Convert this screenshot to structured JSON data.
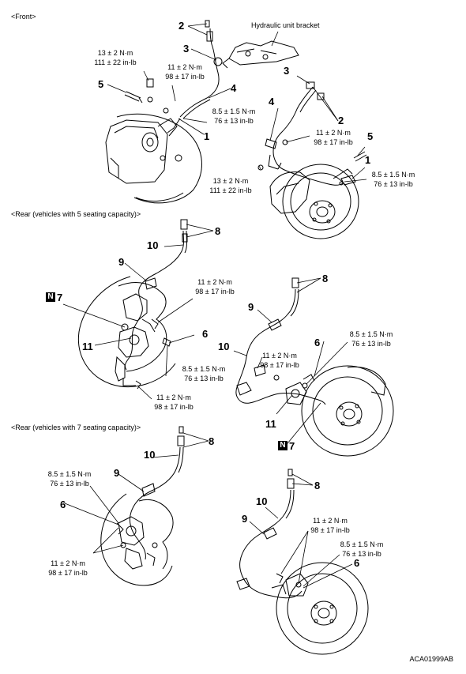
{
  "sections": {
    "front": "<Front>",
    "rear5": "<Rear (vehicles with 5 seating capacity)>",
    "rear7": "<Rear (vehicles with 7 seating capacity)>"
  },
  "labels": {
    "hydraulic_bracket": "Hydraulic unit bracket",
    "doc_ref": "ACA01999AB"
  },
  "torque": {
    "t13_nm": "13 ± 2 N·m",
    "t13_inlb": "111 ± 22 in-lb",
    "t11_nm": "11 ± 2 N·m",
    "t11_inlb": "98 ± 17 in-lb",
    "t85_nm": "8.5 ± 1.5 N·m",
    "t85_inlb": "76 ± 13 in-lb"
  },
  "parts": {
    "p1": "1",
    "p2": "2",
    "p3": "3",
    "p4": "4",
    "p5": "5",
    "p6": "6",
    "p7": "7",
    "p8": "8",
    "p9": "9",
    "p10": "10",
    "p11": "11",
    "n_mark": "N"
  }
}
